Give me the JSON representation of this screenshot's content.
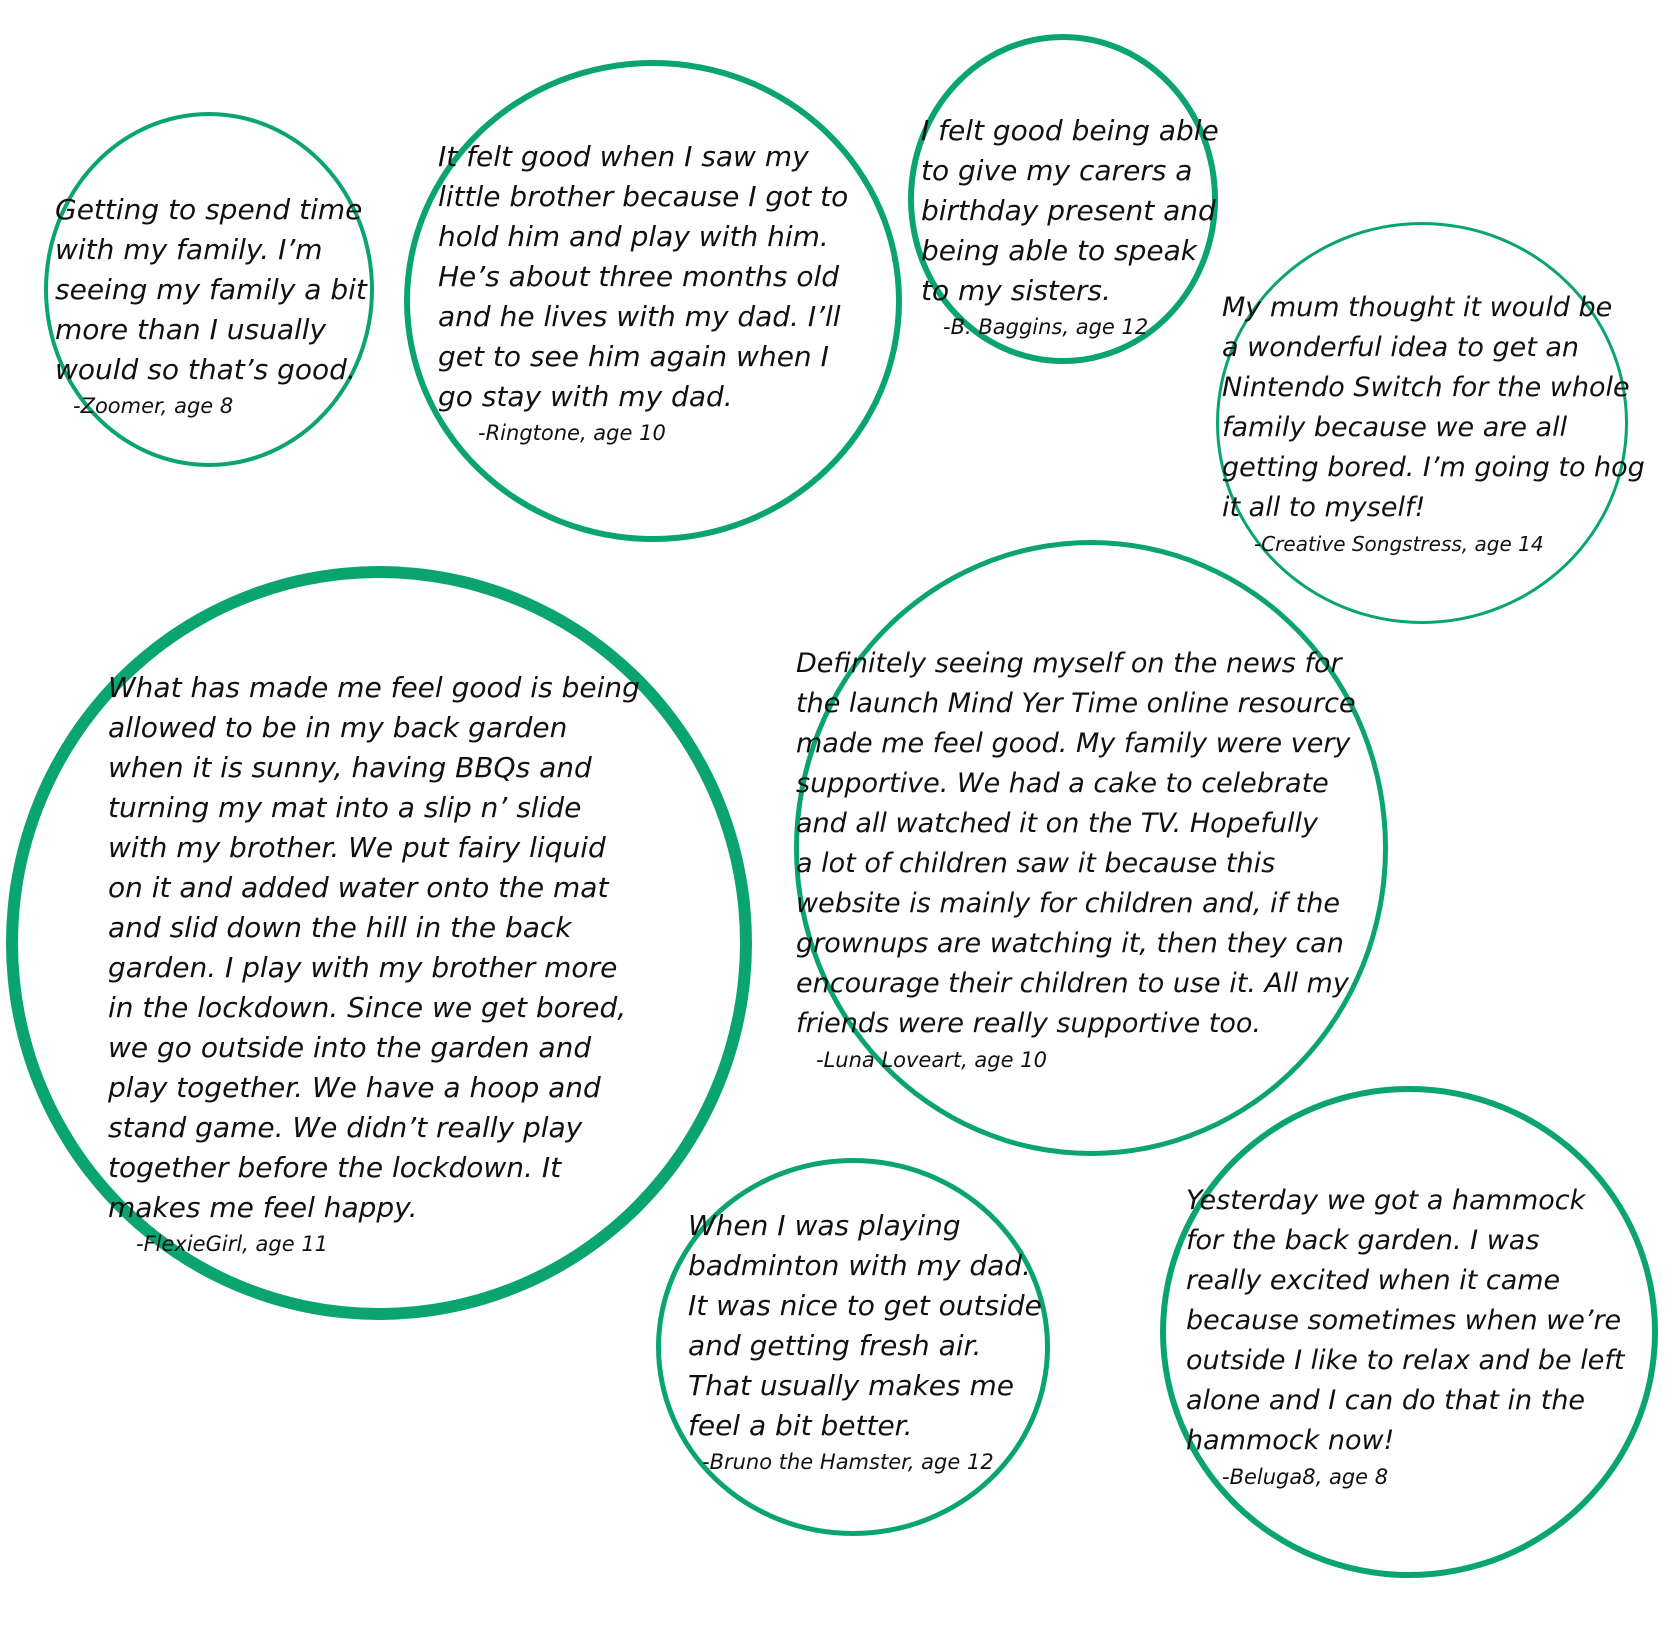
{
  "accent_color": "#0aa46f",
  "quotes": [
    {
      "text": "Getting to spend time\nwith my family. I’m\nseeing my family a bit\nmore than I usually\nwould so that’s good.",
      "author": "-Zoomer, age 8"
    },
    {
      "text": "It felt good when I saw my\nlittle brother because I got to\nhold him and play with him.\nHe’s about three months old\nand he lives with my dad. I’ll\nget to see him again when I\ngo stay with my dad.",
      "author": "-Ringtone, age 10"
    },
    {
      "text": "I felt good being able\nto give my carers a\nbirthday present and\nbeing able to speak\nto my sisters.",
      "author": "-B. Baggins, age 12"
    },
    {
      "text": "My mum thought it would be\na wonderful idea to get an\nNintendo Switch for the whole\nfamily because we are all\ngetting bored. I’m going to hog\nit all to myself!",
      "author": "-Creative Songstress, age 14"
    },
    {
      "text": "What has made me feel good is being\nallowed to be in my back garden\nwhen it is sunny, having BBQs and\nturning my mat into a slip n’ slide\nwith my brother. We put fairy liquid\non it and added water onto the mat\nand slid down the hill in the back\ngarden. I play with my brother more\nin the lockdown. Since we get bored,\nwe go outside into the garden and\nplay together. We have a hoop and\nstand game. We didn’t really play\ntogether before the lockdown. It\nmakes me feel happy.",
      "author": "-FlexieGirl, age 11"
    },
    {
      "text": "Definitely seeing myself on the news for\nthe launch Mind Yer Time online resource\nmade me feel good. My family were very\nsupportive. We had a cake to celebrate\nand all watched it on the TV. Hopefully\na lot of children saw it because this\nwebsite is mainly for children and, if the\ngrownups are watching it, then they can\nencourage their children to use it. All my\nfriends were really supportive too.",
      "author": "-Luna Loveart, age 10"
    },
    {
      "text": "When I was playing\nbadminton with my dad.\nIt was nice to get outside\nand getting fresh air.\nThat usually makes me\nfeel a bit better.",
      "author": "-Bruno the Hamster, age 12"
    },
    {
      "text": "Yesterday we got a hammock\nfor the back garden.  I was\nreally excited when it came\nbecause sometimes when we’re\noutside I like to relax and be left\nalone and I can do that in the\nhammock now!",
      "author": "-Beluga8, age 8"
    }
  ]
}
